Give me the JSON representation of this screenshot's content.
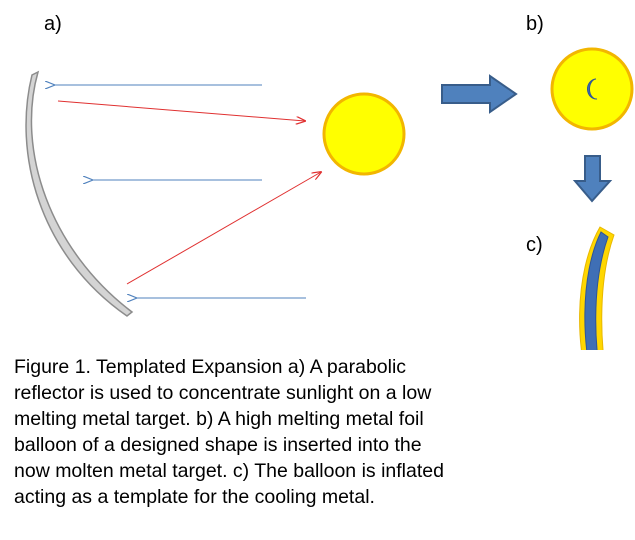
{
  "panels": {
    "a_label": "a)",
    "b_label": "b)",
    "c_label": "c)"
  },
  "colors": {
    "reflector_fill": "#d4d4d4",
    "reflector_stroke": "#8c8c8c",
    "sun_fill": "#ffff00",
    "sun_stroke": "#f2b600",
    "incoming_ray": "#4f81bd",
    "reflected_ray": "#e03030",
    "process_arrow_fill": "#4f81bd",
    "process_arrow_stroke": "#385d8a",
    "balloon_fill": "#3f6fb5",
    "balloon_edge": "#ffd700"
  },
  "icons": [
    "parabolic-reflector",
    "molten-metal-target",
    "moon-shaped-balloon",
    "process-arrow-right",
    "process-arrow-down",
    "inflated-balloon-template"
  ],
  "caption": {
    "lines": [
      "Figure 1.  Templated Expansion a) A parabolic",
      "reflector is used to concentrate sunlight on a low",
      "melting metal target.  b) A high melting metal foil",
      "balloon of a designed shape is inserted into the",
      "now molten metal target. c) The balloon is inflated",
      "acting as a template for the cooling metal."
    ]
  }
}
